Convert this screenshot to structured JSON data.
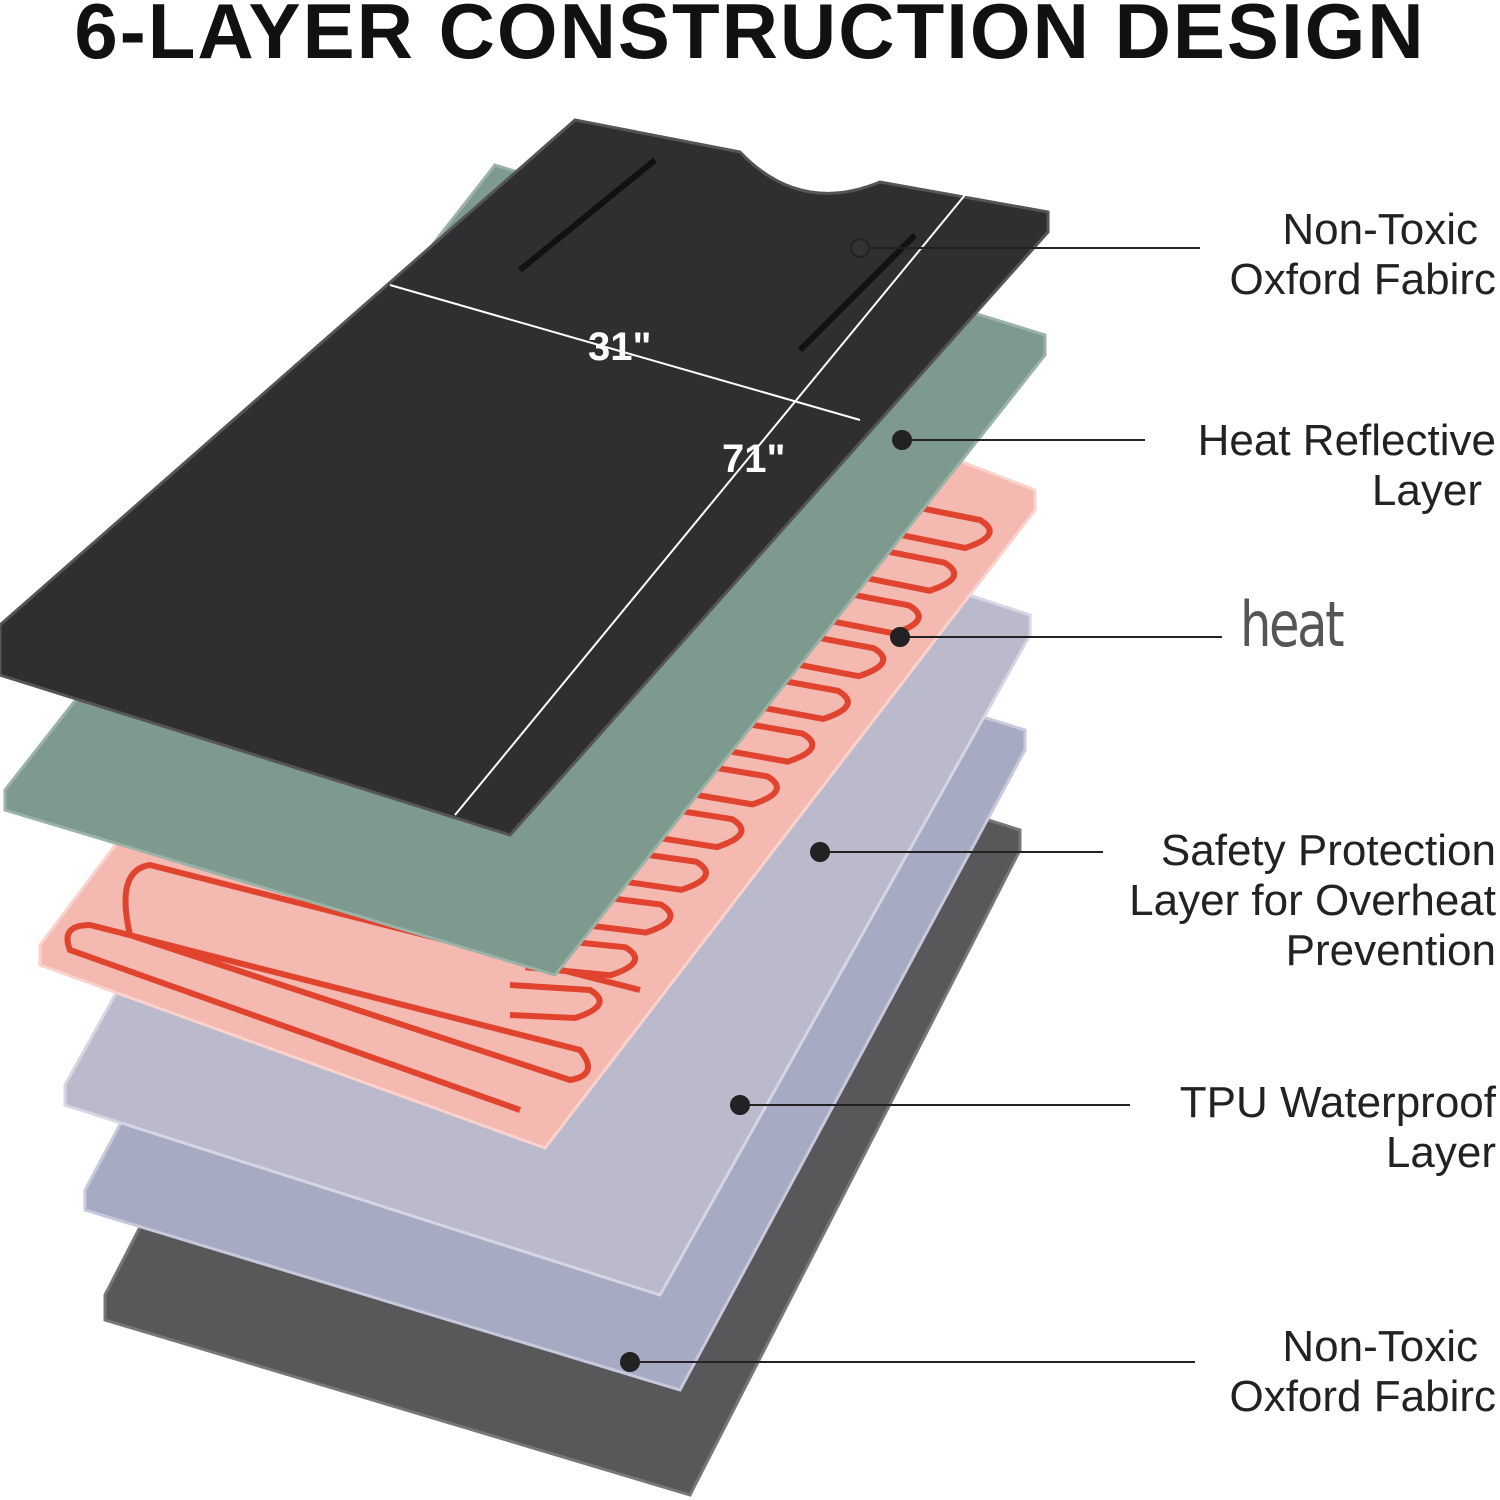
{
  "title": "6-LAYER CONSTRUCTION DESIGN",
  "dimensions": {
    "width": "31\"",
    "length": "71\""
  },
  "layers": [
    {
      "label_line1": "Non-Toxic",
      "label_line2": "Oxford Fabirc",
      "color": "#2e2e30"
    },
    {
      "label_line1": "Heat Reflective",
      "label_line2": "Layer",
      "color": "#7f9a8e"
    },
    {
      "label_line1": "heat",
      "color": "#f4b8b0"
    },
    {
      "label_line1": "Safety Protection",
      "label_line2": "Layer for Overheat",
      "label_line3": "Prevention",
      "color": "#b9b8cc"
    },
    {
      "label_line1": "TPU Waterproof",
      "label_line2": "Layer",
      "color": "#a4a8c0"
    },
    {
      "label_line1": "Non-Toxic",
      "label_line2": "Oxford Fabirc",
      "color": "#5b5b5e"
    }
  ],
  "coil_color": "#e0442e"
}
